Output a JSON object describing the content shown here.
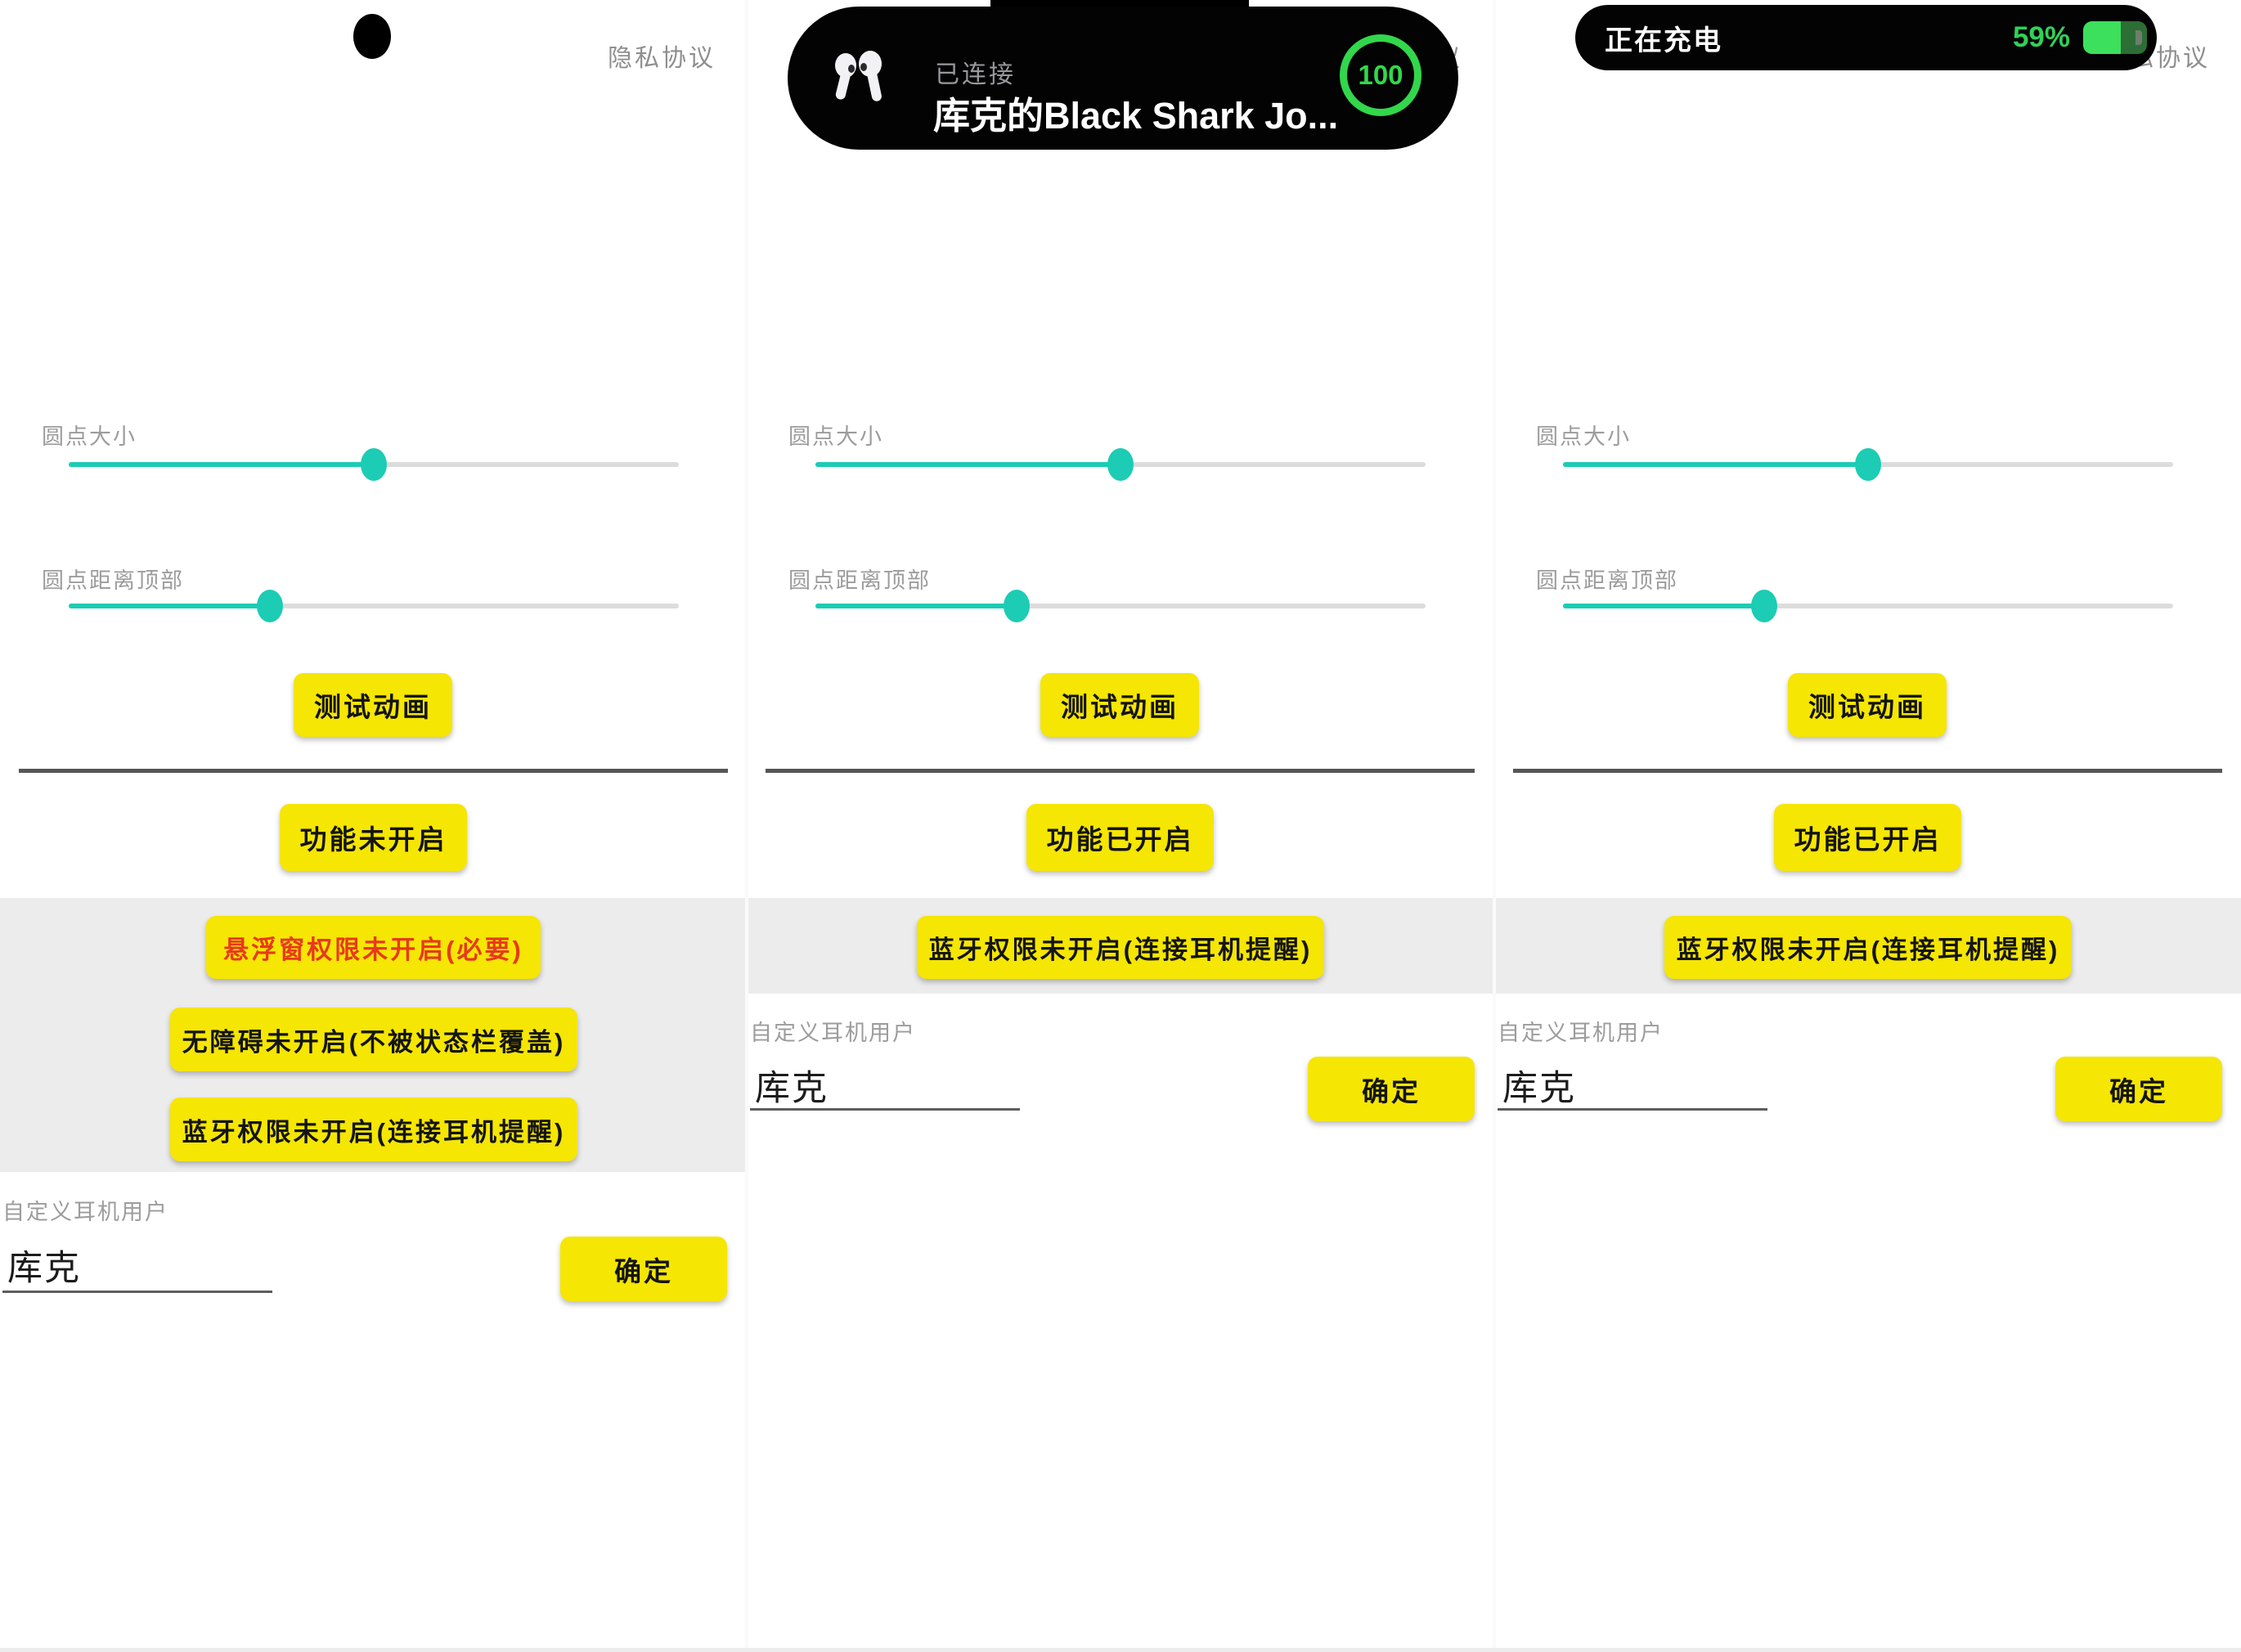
{
  "shared": {
    "privacy_link": "隐私协议",
    "dot_size_label": "圆点大小",
    "dot_top_label": "圆点距离顶部",
    "test_button": "测试动画",
    "bluetooth_button": "蓝牙权限未开启(连接耳机提醒)",
    "custom_user_label": "自定义耳机用户",
    "username": "库克",
    "confirm_button": "确定",
    "slider_dot_size_percent": 50,
    "slider_dot_top_percent": 33
  },
  "panel1": {
    "feature_button": "功能未开启",
    "overlay_button": "悬浮窗权限未开启(必要)",
    "accessibility_button": "无障碍未开启(不被状态栏覆盖)"
  },
  "panel2": {
    "feature_button": "功能已开启",
    "island": {
      "status": "已连接",
      "device_name": "库克的Black Shark Jo...",
      "battery_level": "100"
    }
  },
  "panel3": {
    "feature_button": "功能已开启",
    "charging_pill": {
      "label": "正在充电",
      "percent": "59%",
      "fill_percent": 59
    }
  },
  "colors": {
    "accent_yellow": "#f5e603",
    "slider_teal": "#1cccb4",
    "warning_red_text": "#e8391c",
    "island_ring_green": "#32d74b",
    "battery_green": "#30d158",
    "section_gray": "#ececec"
  }
}
